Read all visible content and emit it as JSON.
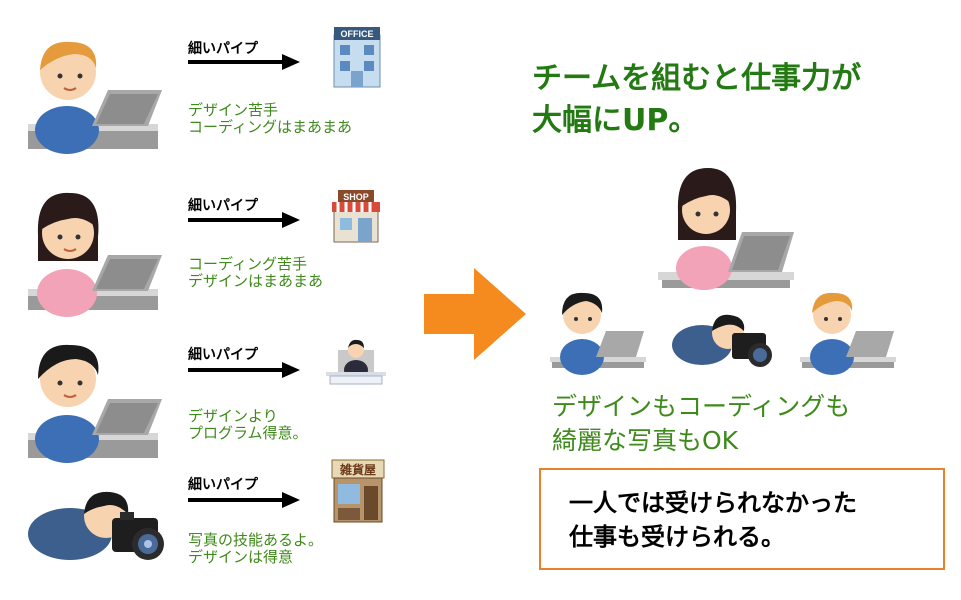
{
  "rows": [
    {
      "pipe": "細いパイプ",
      "desc": [
        "デザイン苦手",
        "コーディングはまあまあ"
      ],
      "place": "office-building",
      "sign": "OFFICE"
    },
    {
      "pipe": "細いパイプ",
      "desc": [
        "コーディング苦手",
        "デザインはまあまあ"
      ],
      "place": "shop",
      "sign": "SHOP"
    },
    {
      "pipe": "細いパイプ",
      "desc": [
        "デザインより",
        "プログラム得意。"
      ],
      "place": "businessman-desk"
    },
    {
      "pipe": "細いパイプ",
      "desc": [
        "写真の技能あるよ。",
        "デザインは得意"
      ],
      "place": "general-store",
      "sign": "雑貨屋"
    }
  ],
  "headline": [
    "チームを組むと仕事力が",
    "大幅にUP。"
  ],
  "result": [
    "デザインもコーディングも",
    "綺麗な写真もOK"
  ],
  "box": [
    "一人では受けられなかった",
    "仕事も受けられる。"
  ],
  "colors": {
    "green_dark": "#237a12",
    "green_text": "#3e8a1a",
    "orange_arrow": "#f58a1f",
    "box_border": "#e9812a"
  }
}
